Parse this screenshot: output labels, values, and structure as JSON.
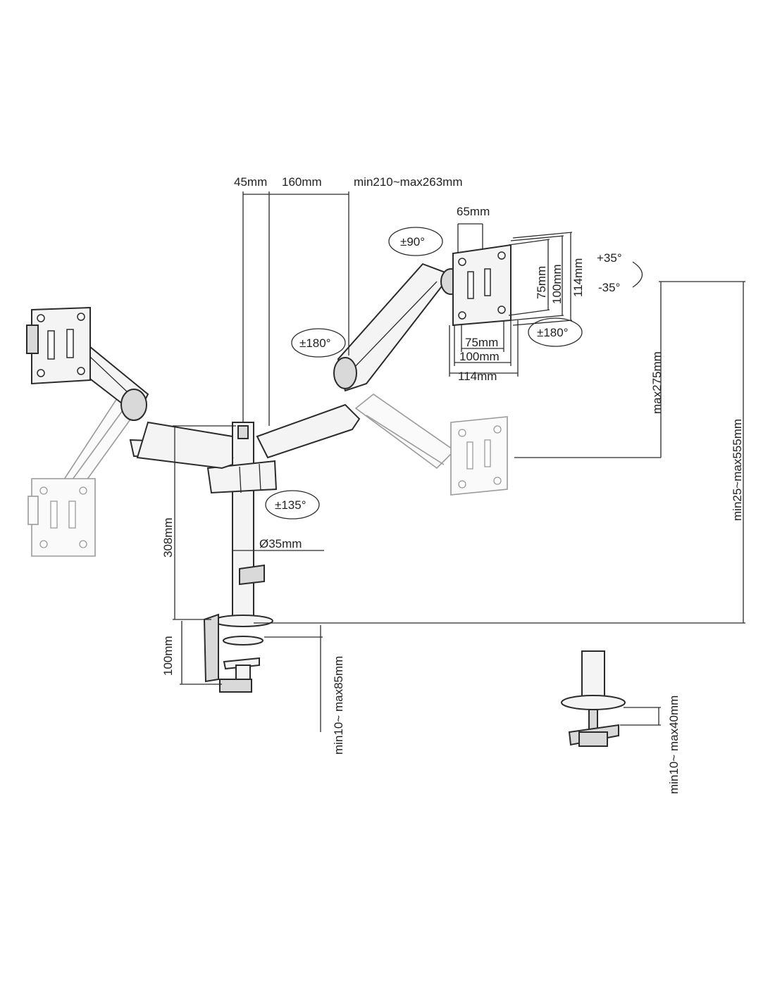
{
  "dimensions": {
    "offset_45": "45mm",
    "arm_160": "160mm",
    "arm_range": "min210~max263mm",
    "plate_65": "65mm",
    "vesa_75_h": "75mm",
    "vesa_100_h": "100mm",
    "vesa_114_h": "114mm",
    "vesa_75_v": "75mm",
    "vesa_100_v": "100mm",
    "vesa_114_v": "114mm",
    "height_max275": "max275mm",
    "height_range": "min25~max555mm",
    "pole_308": "308mm",
    "pole_diameter": "Ø35mm",
    "clamp_100": "100mm",
    "clamp_range": "min10~ max85mm",
    "grommet_range": "min10~ max40mm"
  },
  "rotations": {
    "rotate_90": "±90°",
    "rotate_180_arm": "±180°",
    "rotate_180_head": "±180°",
    "rotate_135": "±135°",
    "tilt_plus": "+35°",
    "tilt_minus": "-35°"
  }
}
